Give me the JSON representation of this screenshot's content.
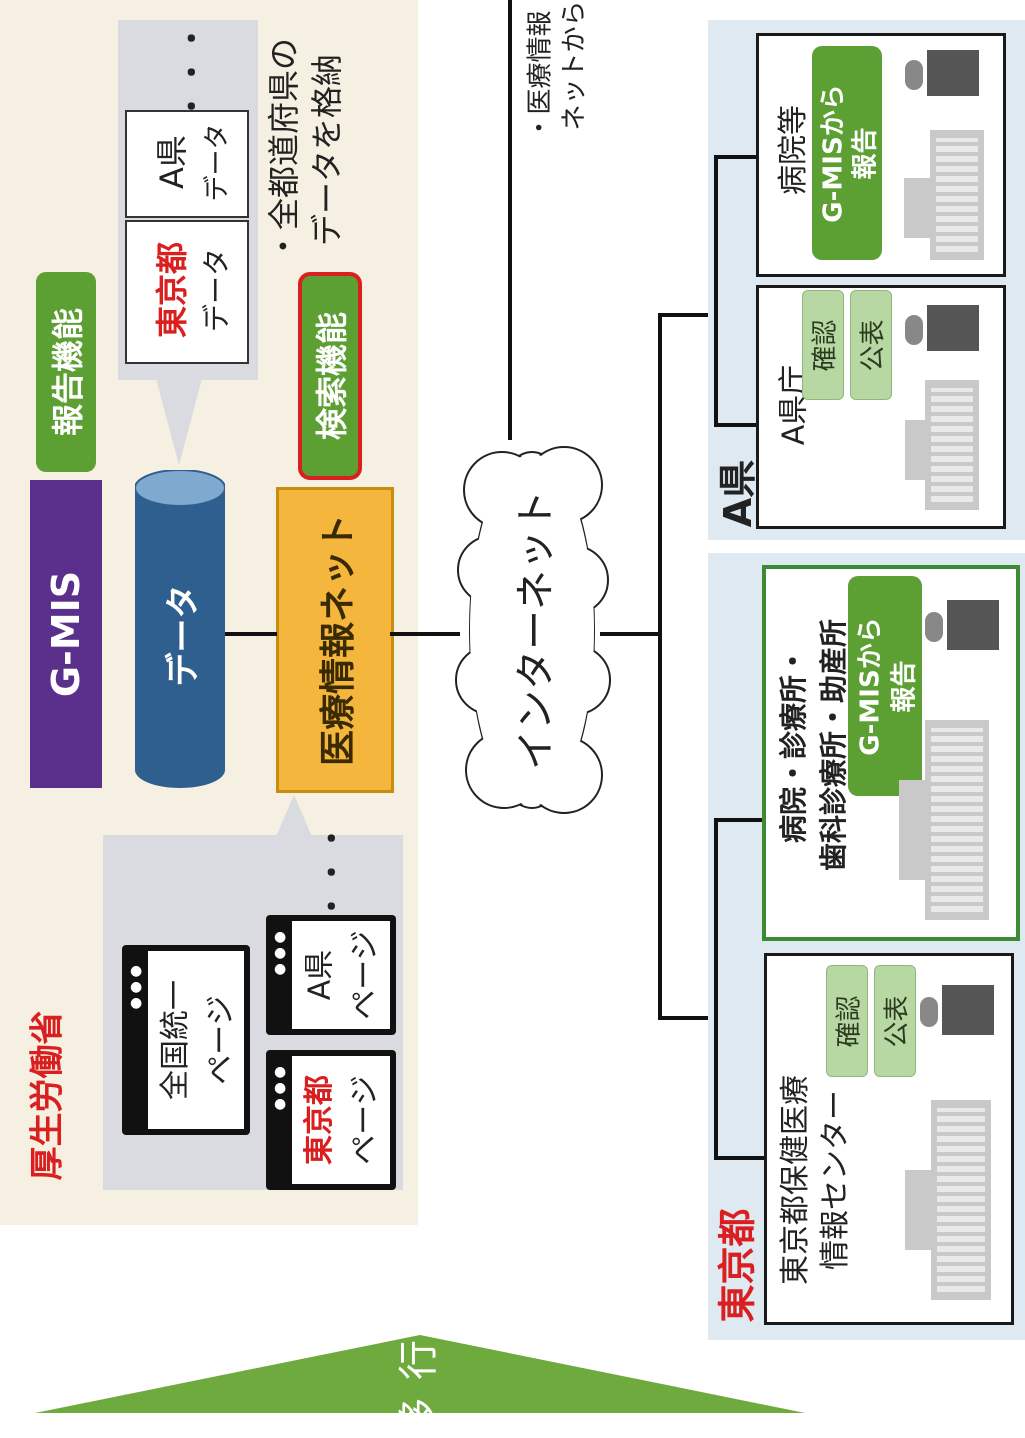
{
  "mhlw": {
    "title": "厚生労働省",
    "gmis": "G-MIS",
    "report_function": "報告機能",
    "database_label": "データ",
    "data_stack": {
      "tokyo_title": "東京都",
      "tokyo_sub": "データ",
      "apref_title": "A県",
      "apref_sub": "データ",
      "ellipsis": "・・・"
    },
    "data_note_line1": "・全都道府県の",
    "data_note_line2": "データを格納",
    "net_label": "医療情報ネット",
    "search_function": "検索機能",
    "pages": {
      "national_line1": "全国統一",
      "national_line2": "ページ",
      "apref_line1": "A県",
      "apref_line2": "ページ",
      "tokyo_line1": "東京都",
      "tokyo_line2": "ページ",
      "ellipsis": "・・・"
    }
  },
  "internet_label": "インターネット",
  "top_note_line1": "・医療情報",
  "top_note_line2": "ネットから",
  "apref_region": {
    "label": "A県",
    "office": {
      "name": "A県庁",
      "confirm": "確認",
      "publish": "公表"
    },
    "hospital": {
      "name": "病院等",
      "report_line1": "G-MISから",
      "report_line2": "報告"
    }
  },
  "tokyo_region": {
    "label": "東京都",
    "center": {
      "name_line1": "東京都保健医療",
      "name_line2": "情報センター",
      "confirm": "確認",
      "publish": "公表"
    },
    "facilities": {
      "name_line1": "病院・診療所・",
      "name_line2": "歯科診療所・助産所",
      "report_line1": "G-MISから",
      "report_line2": "報告"
    }
  },
  "migration_label": "移行",
  "colors": {
    "gmis_purple": "#5b2f8c",
    "report_green": "#5c9f33",
    "net_orange": "#f4b63c",
    "accent_red": "#d91f1f",
    "database_blue": "#2e5f8e"
  }
}
